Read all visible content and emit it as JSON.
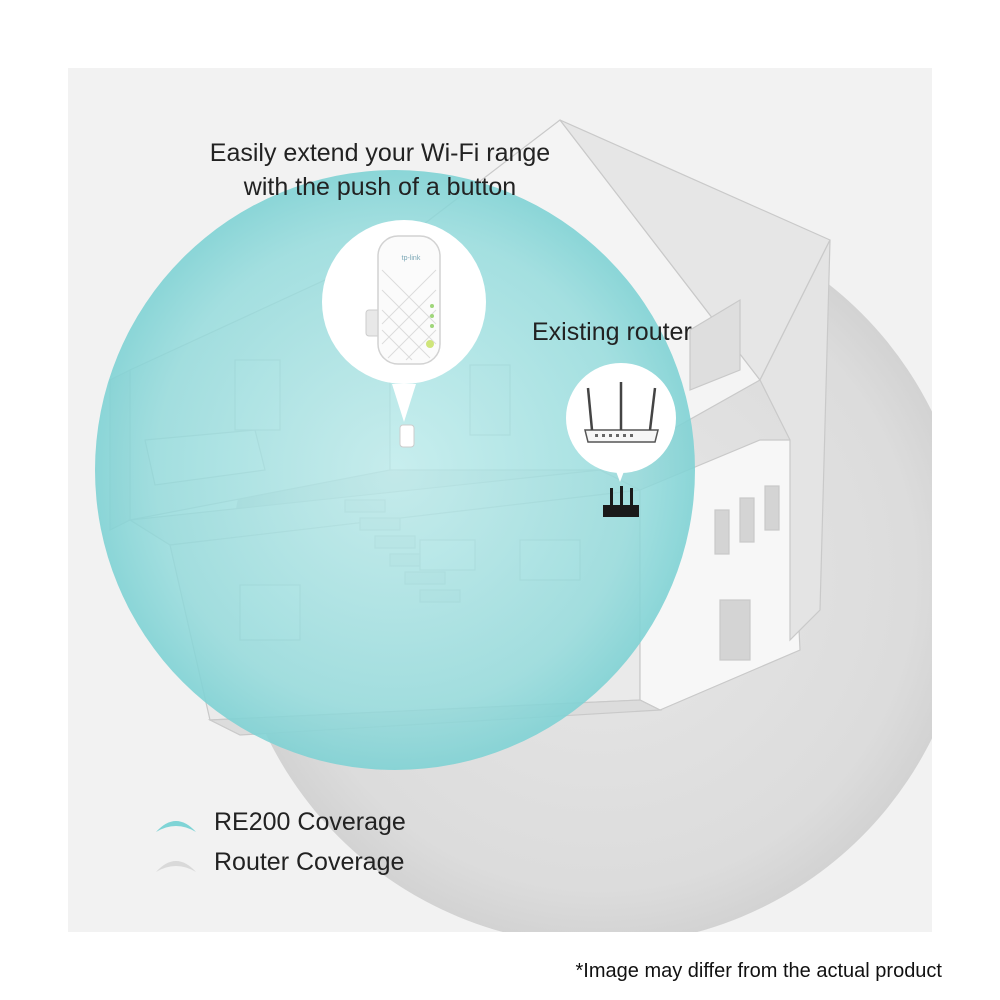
{
  "headline": {
    "line1": "Easily extend your Wi-Fi range",
    "line2": "with the push of a button"
  },
  "router_label": "Existing router",
  "legend": [
    {
      "label": "RE200 Coverage",
      "color": "#7fd4d6"
    },
    {
      "label": "Router Coverage",
      "color": "#d9d9d9"
    }
  ],
  "footnote": "*Image may differ from the actual product",
  "extender_brand": "tp-link",
  "colors": {
    "extender_coverage": "#8fdadb",
    "router_coverage": "#dcdcdc",
    "background": "#f2f2f2"
  }
}
